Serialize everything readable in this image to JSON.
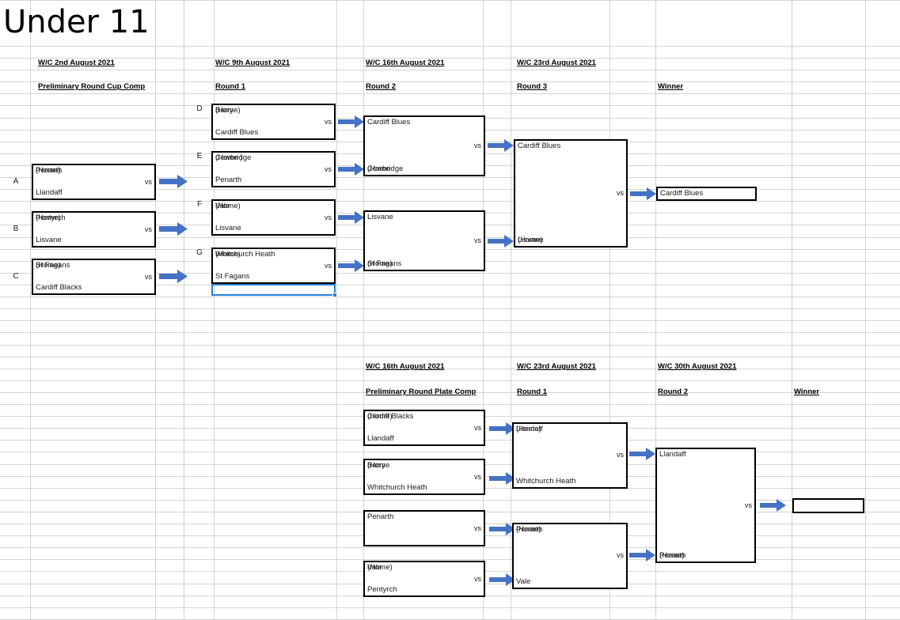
{
  "sheet": {
    "title": "Under 11"
  },
  "cup": {
    "columns": [
      {
        "date": "W/C 2nd August 2021",
        "round": "Preliminary Round Cup Comp"
      },
      {
        "date": "W/C 9th August 2021",
        "round": "Round 1"
      },
      {
        "date": "W/C 16th August 2021",
        "round": "Round 2"
      },
      {
        "date": "W/C 23rd August 2021",
        "round": "Round 3"
      },
      {
        "date": "",
        "round": "Winner"
      }
    ],
    "preliminary": [
      {
        "seed": "A",
        "top": "Penarth",
        "home": "(Home)",
        "vs": "vs",
        "bottom": "Llandaff"
      },
      {
        "seed": "B",
        "top": "Pentyrch",
        "home": "(Home)",
        "vs": "vs",
        "bottom": "Lisvane"
      },
      {
        "seed": "C",
        "top": "St Fagans",
        "home": "(Home)",
        "vs": "vs",
        "bottom": "Cardiff Blacks"
      }
    ],
    "round1": [
      {
        "seed": "D",
        "top": "Barry",
        "home": "(Home)",
        "vs": "vs",
        "bottom": "Cardiff Blues"
      },
      {
        "seed": "E",
        "top": "Cowbridge",
        "home": "(Home )",
        "vs": "vs",
        "bottom": "Penarth"
      },
      {
        "seed": "F",
        "top": "Vale",
        "home": "(Home)",
        "vs": "vs",
        "bottom": "Lisvane"
      },
      {
        "seed": "G",
        "top": "Whitchurch Heath",
        "home": "(Home)",
        "vs": "vs",
        "bottom": "St Fagans"
      }
    ],
    "round2": [
      {
        "top": "Cardiff Blues",
        "top_home": "",
        "vs": "vs",
        "bottom": "Cowbridge",
        "bottom_home": "(Home"
      },
      {
        "top": "Lisvane",
        "top_home": "",
        "vs": "vs",
        "bottom": "St Fagans",
        "bottom_home": "(Home)"
      }
    ],
    "round3": [
      {
        "top": "Cardiff Blues",
        "top_home": "",
        "vs": "vs",
        "bottom": "Lisvane",
        "bottom_home": "(Home)"
      }
    ],
    "winner": {
      "team": "Cardiff Blues"
    }
  },
  "plate": {
    "columns": [
      {
        "date": "W/C 16th August 2021",
        "round": "Preliminary Round Plate Comp"
      },
      {
        "date": "W/C 23rd August 2021",
        "round": "Round 1"
      },
      {
        "date": "W/C 30th August 2021",
        "round": "Round 2"
      },
      {
        "date": "",
        "round": "Winner"
      }
    ],
    "preliminary": [
      {
        "top": "Cardiff Blacks",
        "home": "(Home)",
        "vs": "vs",
        "bottom": "Llandaff"
      },
      {
        "top": "Barry",
        "home": "(Home",
        "vs": "vs",
        "bottom": "Whitchurch Heath"
      },
      {
        "top": "Penarth",
        "home": "",
        "vs": "vs",
        "bottom": ""
      },
      {
        "top": "Vale",
        "home": "(Home)",
        "vs": "vs",
        "bottom": "Pentyrch"
      }
    ],
    "round1": [
      {
        "top": "Llandaff",
        "top_home": "(Home)",
        "vs": "vs",
        "bottom": "Whitchurch Heath",
        "bottom_home": ""
      },
      {
        "top": "Penarth",
        "top_home": "(Home)",
        "vs": "vs",
        "bottom": "Vale",
        "bottom_home": ""
      }
    ],
    "round2": [
      {
        "top": "Llandaff",
        "top_home": "",
        "vs": "vs",
        "bottom": "Penarth",
        "bottom_home": "(Home)"
      }
    ],
    "winner": {
      "team": ""
    }
  },
  "colors": {
    "arrow": "#4472C4",
    "gridline": "#d4d4d4",
    "border": "#000000",
    "selection": "#2a7fd4"
  },
  "icons": {
    "arrow": "right-arrow-icon"
  }
}
